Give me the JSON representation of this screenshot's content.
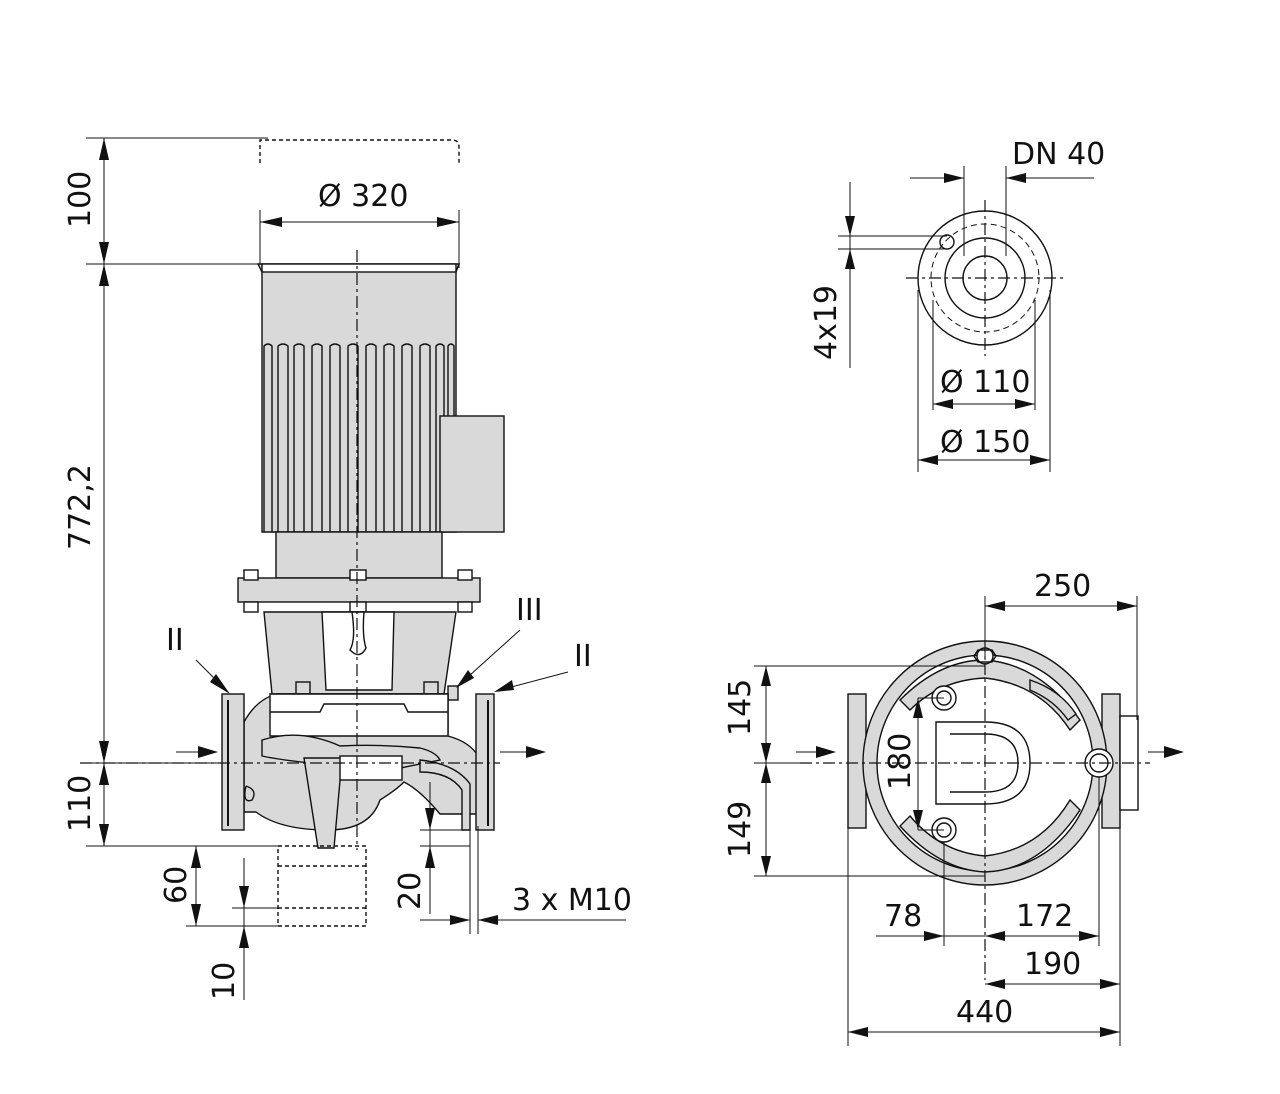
{
  "side_view": {
    "dim_motor_clearance": "100",
    "dim_motor_diameter": "Ø 320",
    "dim_total_height": "772,2",
    "dim_base_height": "110",
    "dim_foot_60": "60",
    "dim_foot_10": "10",
    "dim_foot_20": "20",
    "dim_thread": "3 x M10",
    "marker_left": "II",
    "marker_center": "III",
    "marker_right": "II"
  },
  "flange_view": {
    "dim_nominal": "DN 40",
    "dim_holes": "4x19",
    "dim_bolt_circle": "Ø 110",
    "dim_outer": "Ø 150"
  },
  "top_view": {
    "dim_250": "250",
    "dim_145": "145",
    "dim_180": "180",
    "dim_149": "149",
    "dim_78": "78",
    "dim_172": "172",
    "dim_190": "190",
    "dim_440": "440"
  }
}
